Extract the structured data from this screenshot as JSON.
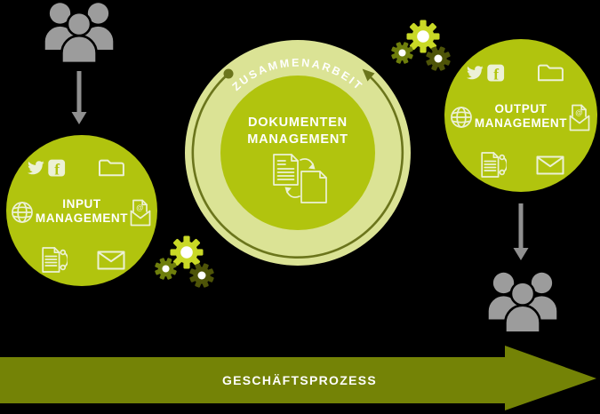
{
  "colors": {
    "background": "#000000",
    "circle_green": "#b1c40e",
    "ring_pale": "#dbe395",
    "icon_pale": "#ecf1d6",
    "label_white": "#ffffff",
    "process_arrow_olive": "#748306",
    "cycle_arrow_olive": "#6b751c",
    "people_gray": "#9c9c9c",
    "flow_arrow_gray": "#909090",
    "gear_bright": "#c9d926",
    "gear_olive": "#6e7e0c",
    "gear_dark": "#4e5408"
  },
  "input_circle": {
    "title_line1": "INPUT",
    "title_line2": "MANAGEMENT",
    "icons": [
      "twitter-icon",
      "facebook-icon",
      "folder-icon",
      "globe-icon",
      "mail-import-icon",
      "fax-document-icon",
      "envelope-icon"
    ]
  },
  "center_circle": {
    "ring_label": "ZUSAMMENARBEIT",
    "title_line1": "DOKUMENTEN",
    "title_line2": "MANAGEMENT",
    "icon": "document-exchange-icon"
  },
  "output_circle": {
    "title_line1": "OUTPUT",
    "title_line2": "MANAGEMENT",
    "icons": [
      "twitter-icon",
      "facebook-icon",
      "folder-icon",
      "globe-icon",
      "mail-import-icon",
      "fax-document-icon",
      "envelope-icon"
    ]
  },
  "process_arrow": {
    "label": "GESCHÄFTSPROZESS"
  },
  "misc_icons": {
    "top_left": "people-group-icon",
    "bottom_right": "people-group-icon",
    "between_top": "gears-icon",
    "between_bottom": "gears-icon",
    "flow": "down-arrow-icon"
  }
}
